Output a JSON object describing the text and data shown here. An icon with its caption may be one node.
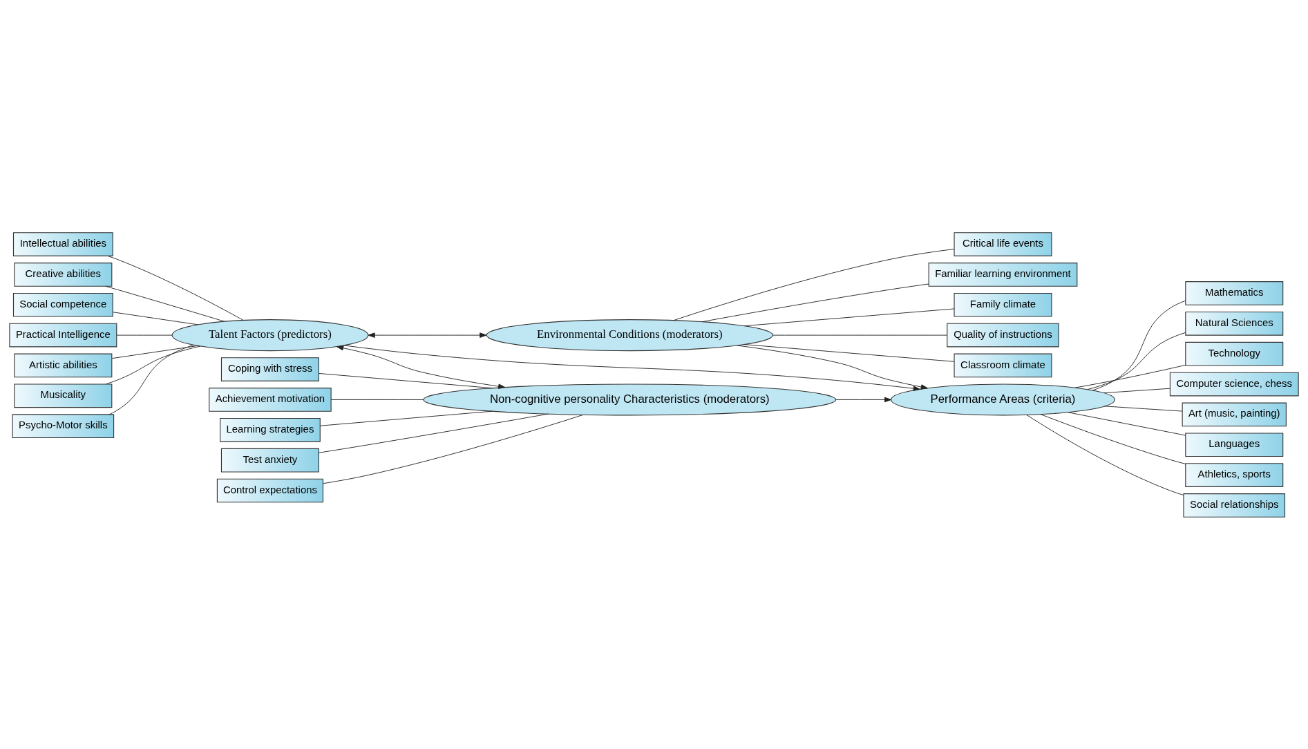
{
  "diagram": {
    "nodes": [
      {
        "text": [
          "Coping with stress"
        ]
      },
      {
        "text": [
          "Achievement motivation"
        ]
      },
      {
        "text": [
          "Learning strategies"
        ]
      },
      {
        "text": [
          "Test anxiety"
        ]
      },
      {
        "text": [
          "Control expectations"
        ]
      },
      {
        "text": [
          "Intellectual abilities"
        ]
      },
      {
        "text": [
          "Creative abilities"
        ]
      },
      {
        "text": [
          "Social competence"
        ]
      },
      {
        "text": [
          "Practical Intelligence"
        ]
      },
      {
        "text": [
          "Artistic abilities"
        ]
      },
      {
        "text": [
          "Musicality"
        ]
      },
      {
        "text": [
          "Psycho-Motor skills"
        ]
      },
      {
        "text": [
          "Non-cognitive personality Characteristics (moderators)"
        ]
      },
      {
        "text": [
          "Talent Factors (predictors)"
        ]
      },
      {
        "text": [
          "Performance Areas (criteria)"
        ]
      },
      {
        "text": [
          "Environmental Conditions (moderators)"
        ]
      },
      {
        "text": [
          "Mathematics"
        ]
      },
      {
        "text": [
          "Natural Sciences"
        ]
      },
      {
        "text": [
          "Technology"
        ]
      },
      {
        "text": [
          "Computer science, chess"
        ]
      },
      {
        "text": [
          "Art (music, painting)"
        ]
      },
      {
        "text": [
          "Languages"
        ]
      },
      {
        "text": [
          "Athletics, sports"
        ]
      },
      {
        "text": [
          "Social relationships"
        ]
      },
      {
        "text": [
          "Familiar learning environment"
        ]
      },
      {
        "text": [
          "Family climate"
        ]
      },
      {
        "text": [
          "Quality of instructions"
        ]
      },
      {
        "text": [
          "Classroom climate"
        ]
      },
      {
        "text": [
          "Critical life events"
        ]
      }
    ],
    "edges": [
      {
        "from": 0,
        "to": 12,
        "arrow": "none"
      },
      {
        "from": 1,
        "to": 12,
        "arrow": "none"
      },
      {
        "from": 2,
        "to": 12,
        "arrow": "none"
      },
      {
        "from": 3,
        "to": 12,
        "arrow": "none"
      },
      {
        "from": 4,
        "to": 12,
        "arrow": "none"
      },
      {
        "from": 5,
        "to": 13,
        "arrow": "none"
      },
      {
        "from": 6,
        "to": 13,
        "arrow": "none"
      },
      {
        "from": 7,
        "to": 13,
        "arrow": "none"
      },
      {
        "from": 8,
        "to": 13,
        "arrow": "none"
      },
      {
        "from": 9,
        "to": 13,
        "arrow": "none"
      },
      {
        "from": 10,
        "to": 13,
        "arrow": "none"
      },
      {
        "from": 11,
        "to": 13,
        "arrow": "none"
      },
      {
        "from": 13,
        "to": 12,
        "arrow": "both"
      },
      {
        "from": 12,
        "to": 14,
        "arrow": "to"
      },
      {
        "from": 13,
        "to": 14,
        "arrow": "to"
      },
      {
        "from": 13,
        "to": 15,
        "arrow": "both"
      },
      {
        "from": 15,
        "to": 14,
        "arrow": "to"
      },
      {
        "from": 14,
        "to": 16,
        "arrow": "none"
      },
      {
        "from": 14,
        "to": 17,
        "arrow": "none"
      },
      {
        "from": 14,
        "to": 18,
        "arrow": "none"
      },
      {
        "from": 14,
        "to": 19,
        "arrow": "none"
      },
      {
        "from": 14,
        "to": 20,
        "arrow": "none"
      },
      {
        "from": 14,
        "to": 21,
        "arrow": "none"
      },
      {
        "from": 14,
        "to": 22,
        "arrow": "none"
      },
      {
        "from": 14,
        "to": 23,
        "arrow": "none"
      },
      {
        "from": 15,
        "to": 24,
        "arrow": "none"
      },
      {
        "from": 15,
        "to": 25,
        "arrow": "none"
      },
      {
        "from": 15,
        "to": 26,
        "arrow": "none"
      },
      {
        "from": 15,
        "to": 27,
        "arrow": "none"
      },
      {
        "from": 15,
        "to": 28,
        "arrow": "none"
      }
    ]
  }
}
